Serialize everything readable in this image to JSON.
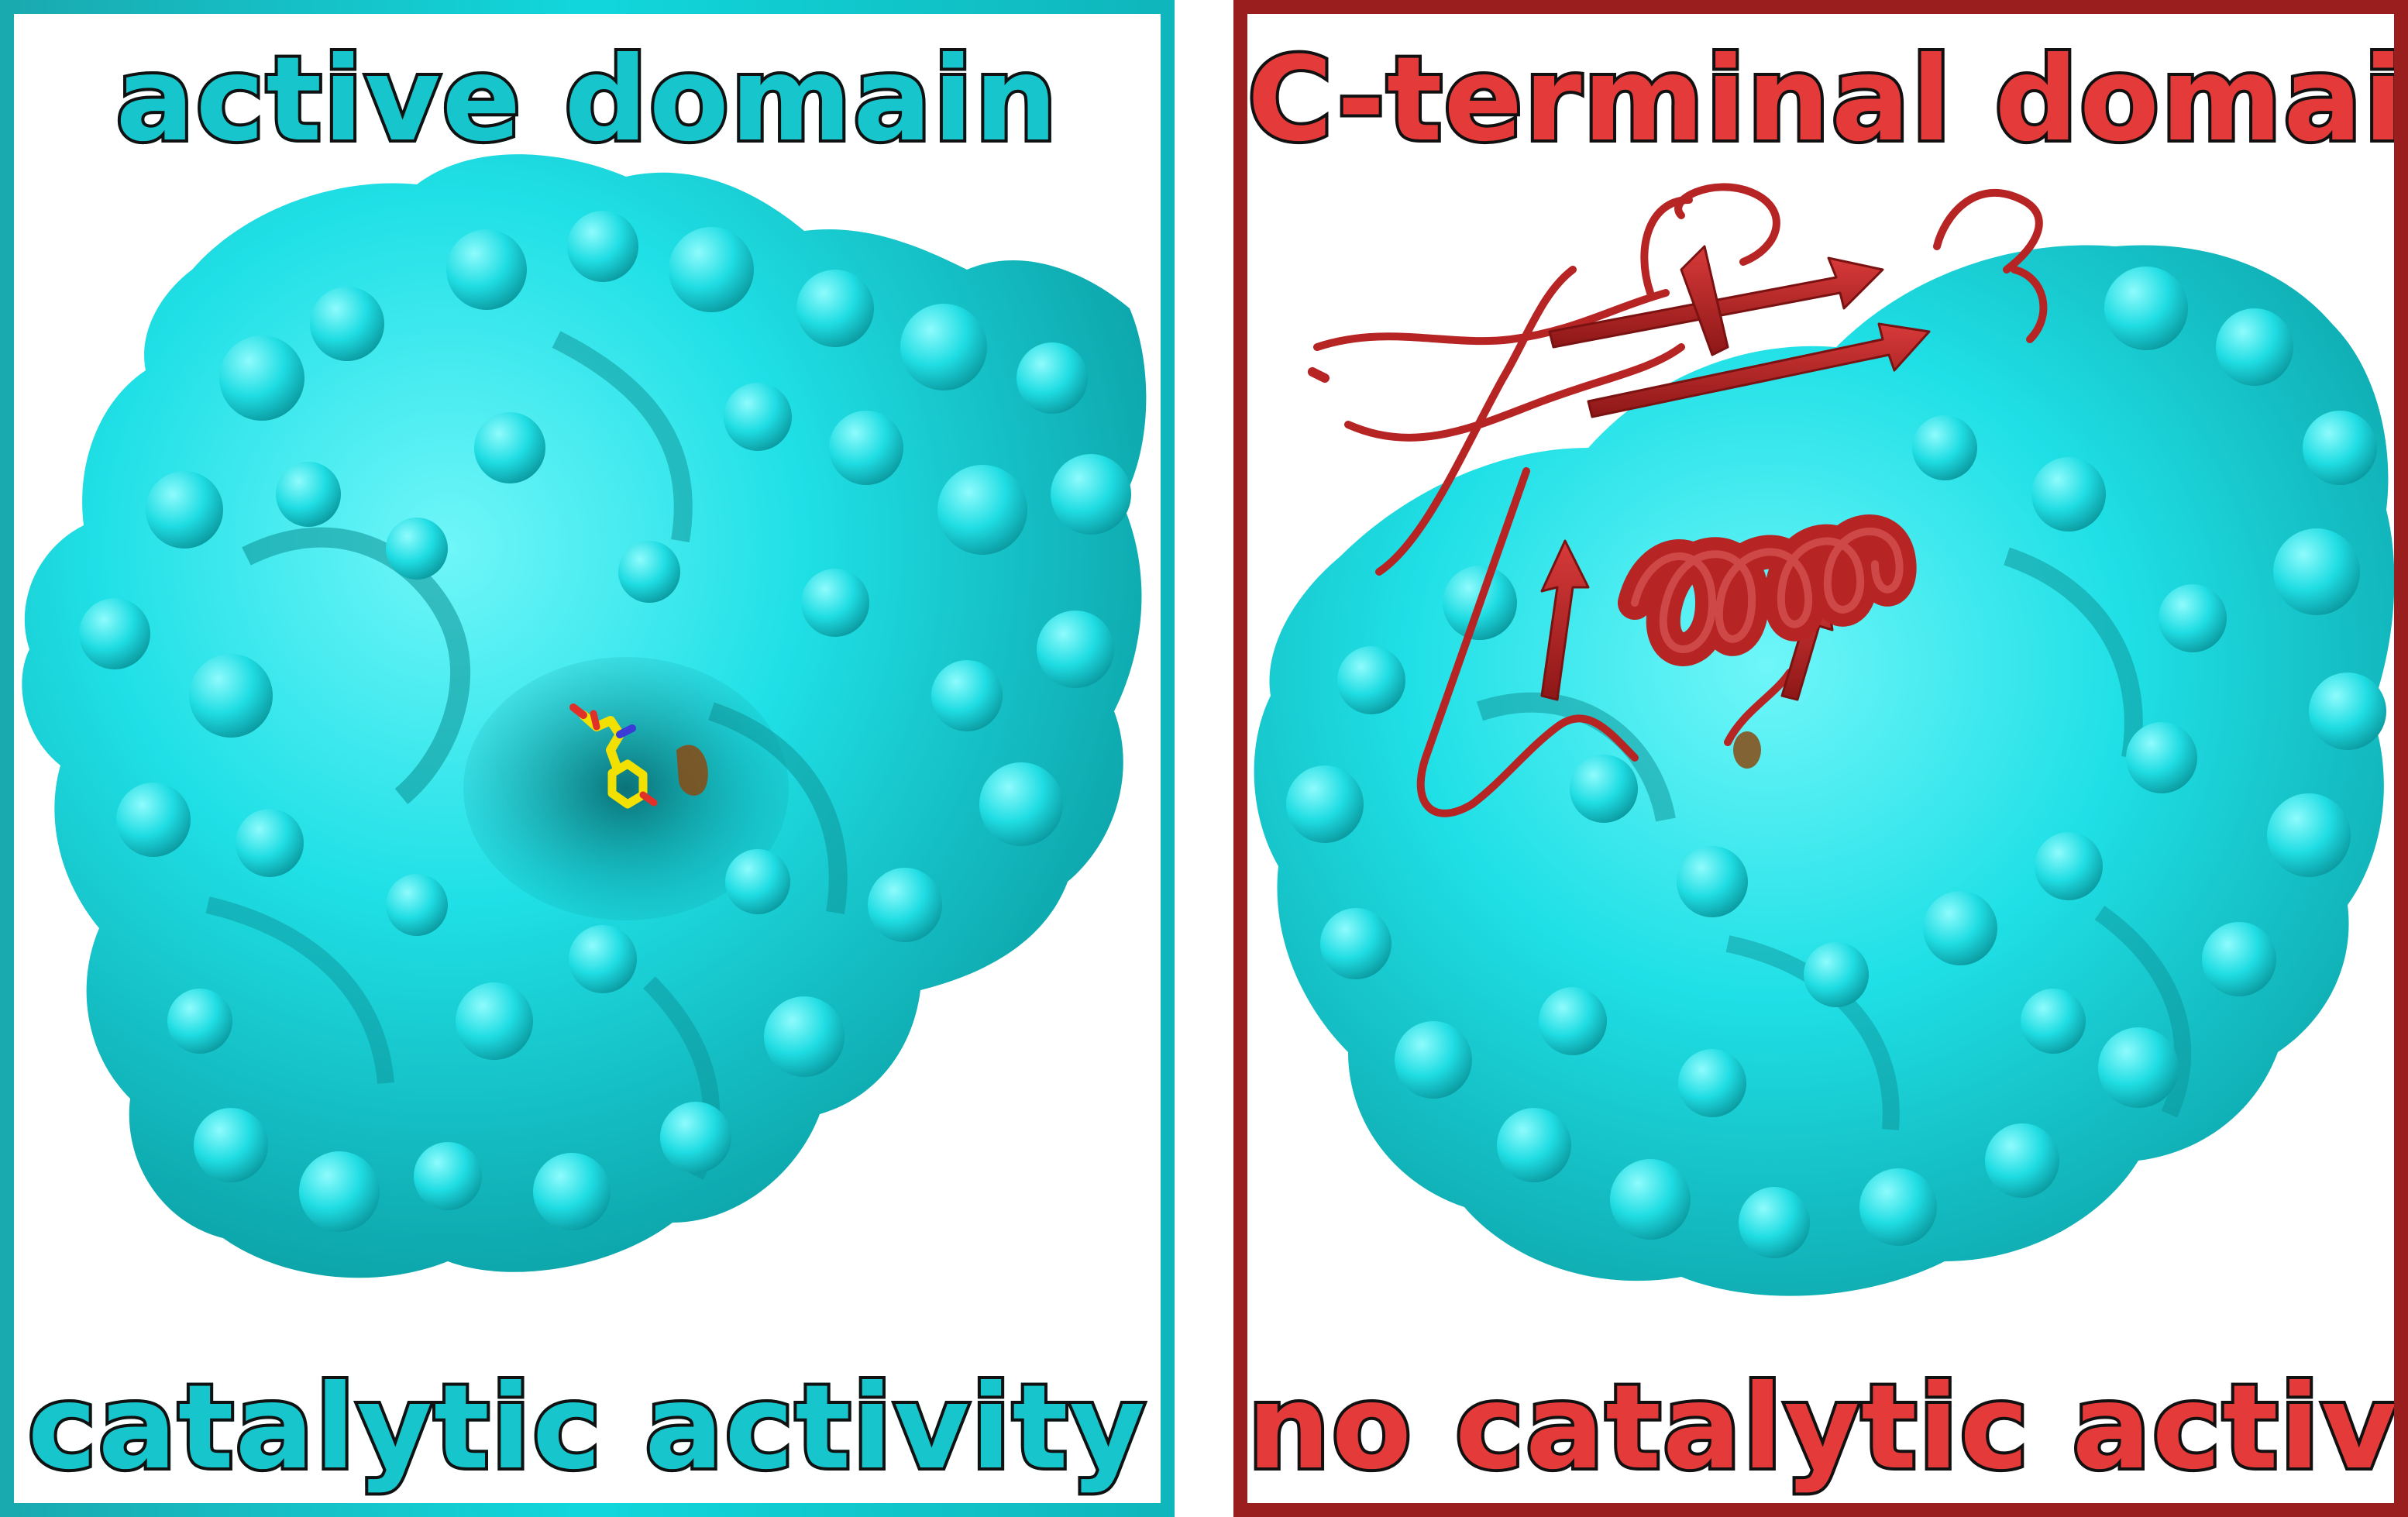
{
  "panels": {
    "left": {
      "title": "active domain",
      "caption": "catalytic activity",
      "accent_color": "#16c6cc",
      "surface_color": "#1fe0e6"
    },
    "right": {
      "title": "C-terminal domain",
      "caption": "no catalytic activity",
      "accent_color": "#e53a3a",
      "border_color": "#9a1e1e",
      "ribbon_color": "#b62424",
      "surface_color": "#1fe0e6"
    }
  },
  "icons": {
    "left_structure": "protein-surface-with-ligand",
    "right_structure": "protein-surface-with-ribbon"
  }
}
